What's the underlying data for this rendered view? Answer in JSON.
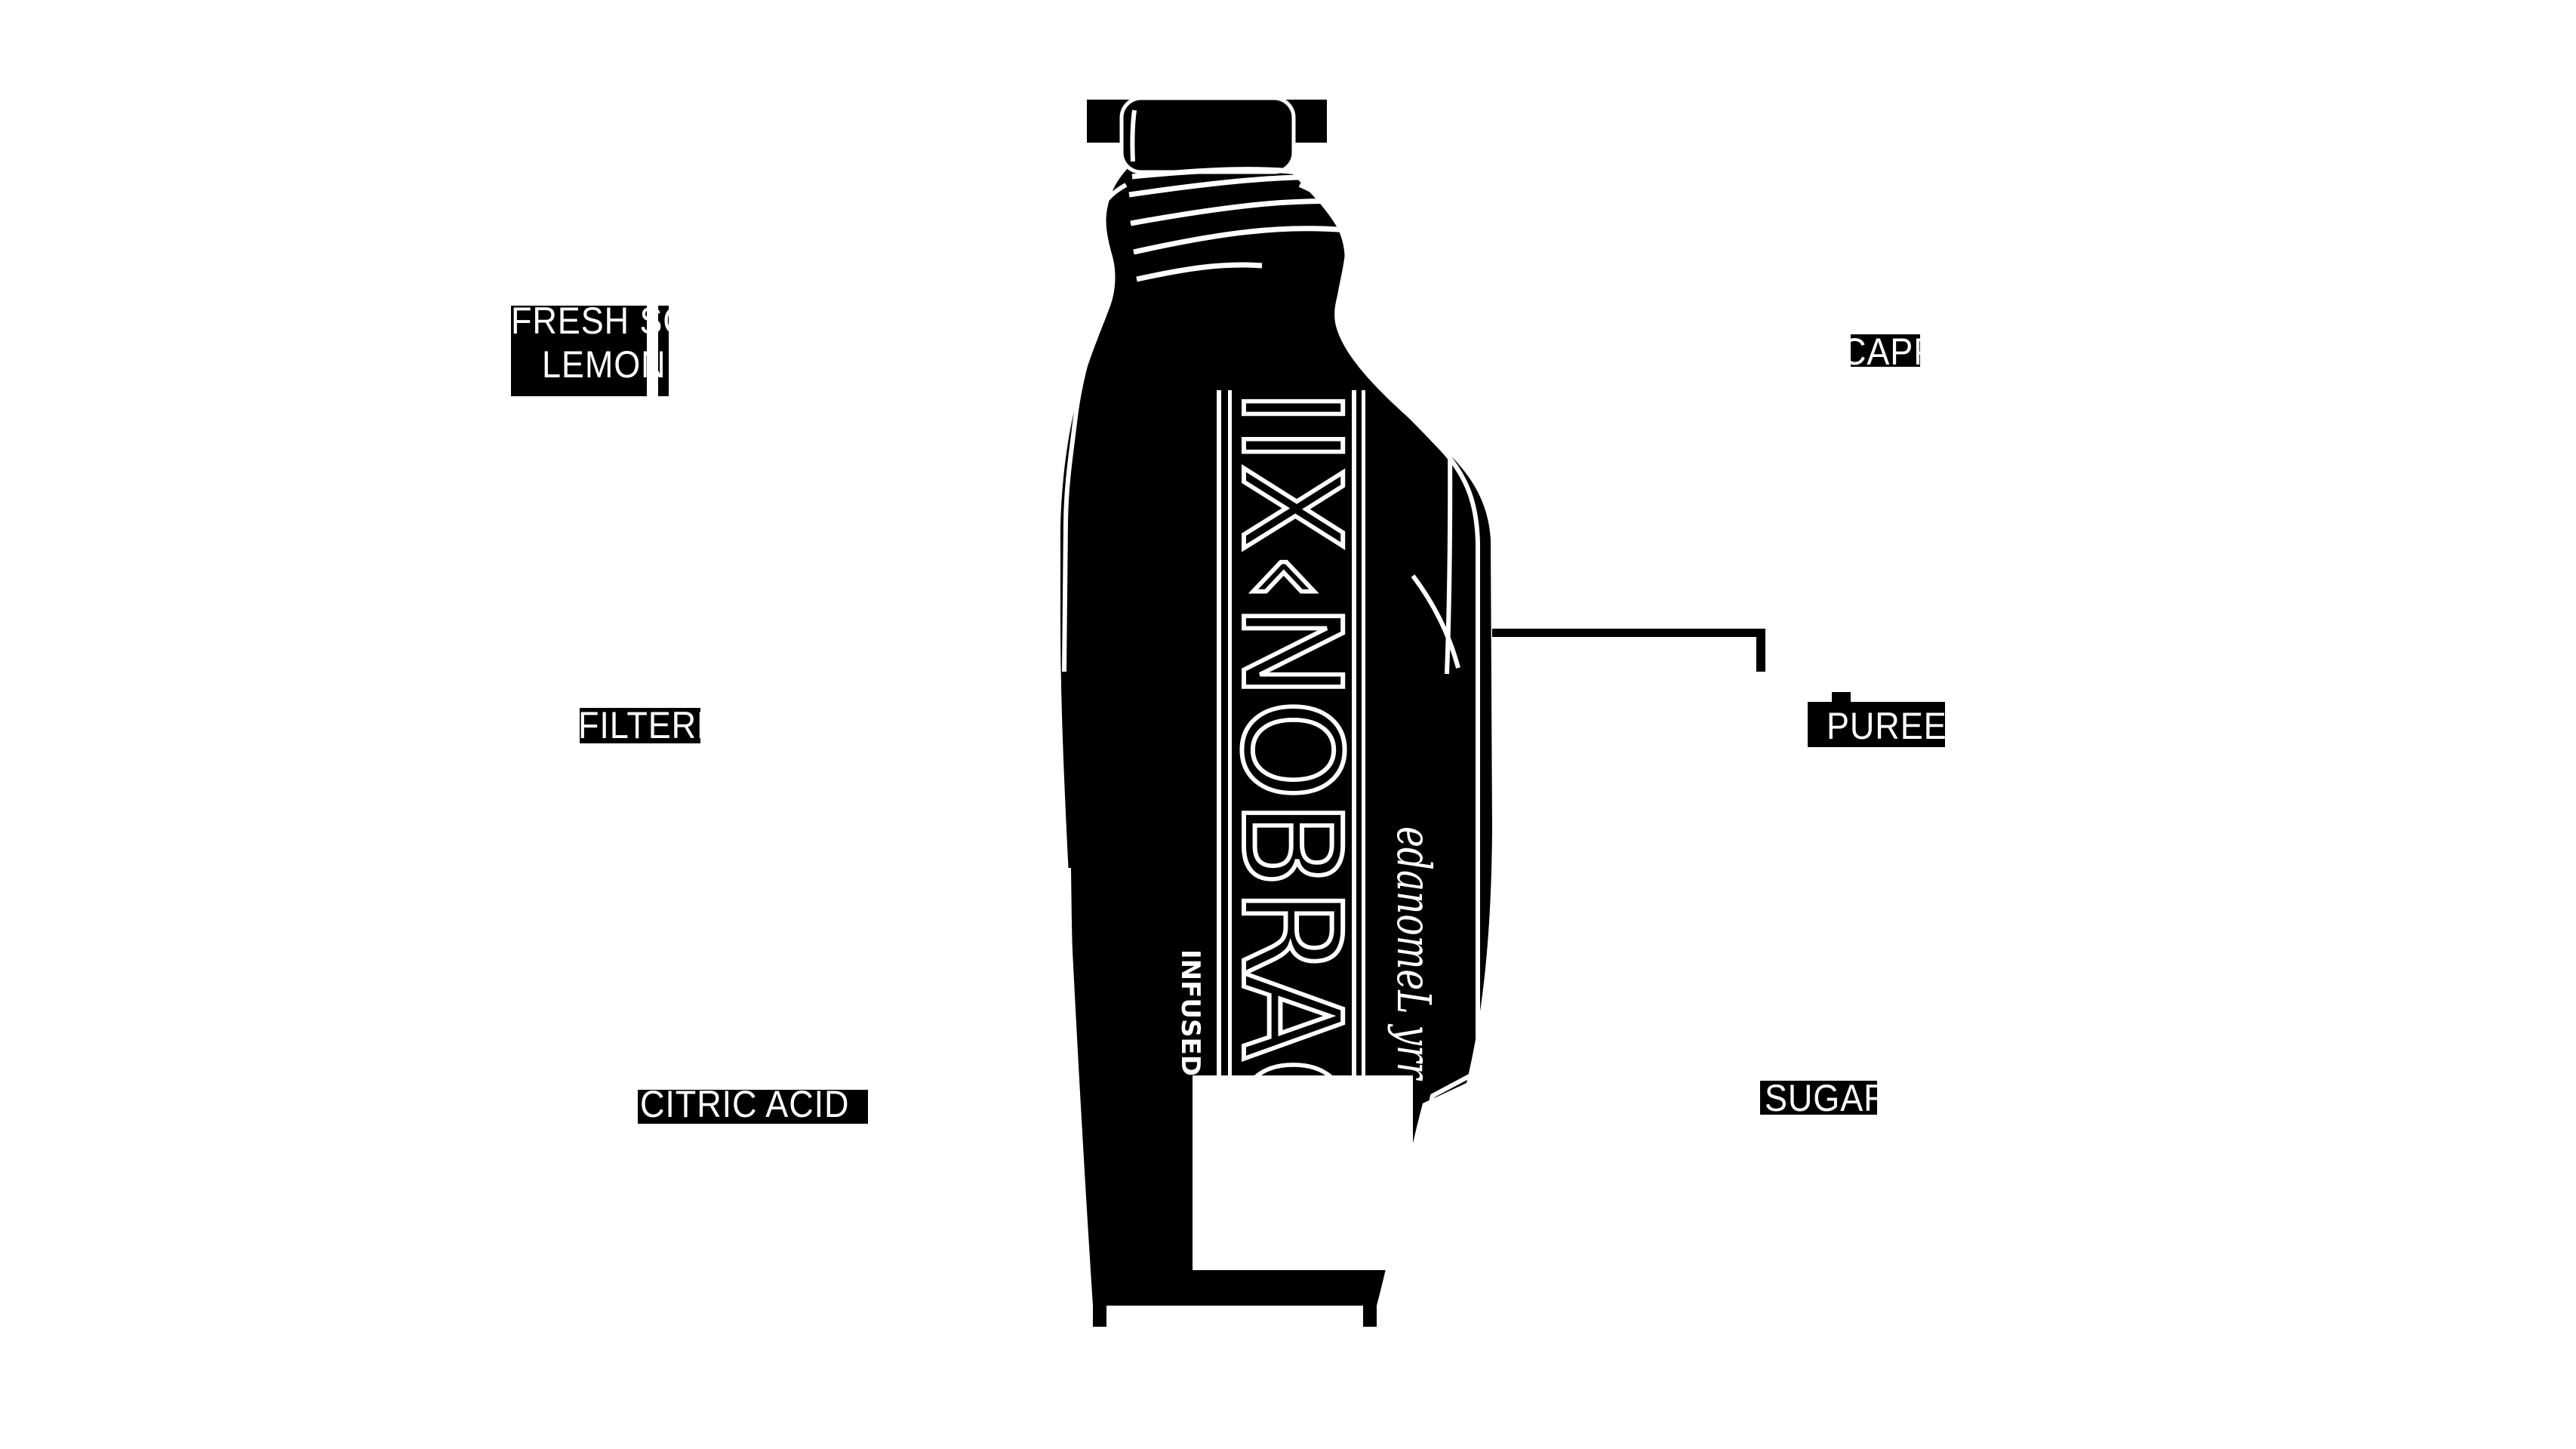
{
  "colors": {
    "ink": "#000000",
    "paper": "#ffffff",
    "text_on_ink": "#ffffff"
  },
  "bottle": {
    "brand_vertical": "CARBON‹XII",
    "flavor_script": "rry Lemonade",
    "side_text": "INFUSED",
    "blank_panel_text": ""
  },
  "callouts": {
    "fresh": {
      "line1": "FRESH SQUEEZED",
      "line2": "LEMON JUICE",
      "visible": "FRESH SQ / LEMON"
    },
    "filter": {
      "text": "FILTERED WATER",
      "visible": "FILTER"
    },
    "citric": {
      "text": "CITRIC ACID",
      "visible": "CITRIC ACID"
    },
    "cap": {
      "text": "CAPPED",
      "visible": "CAP"
    },
    "puree": {
      "text": "PUREED",
      "visible": "PUREE"
    },
    "sugar": {
      "text": "SUGAR CANE",
      "visible": "SUGAR"
    }
  }
}
